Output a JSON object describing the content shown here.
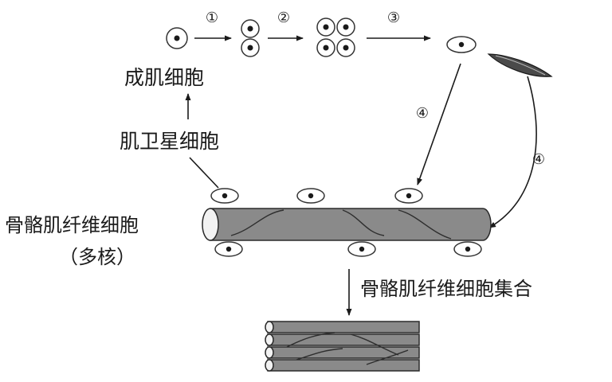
{
  "labels": {
    "myoblast": "成肌细胞",
    "satellite_cell": "肌卫星细胞",
    "fiber_line1": "骨骼肌纤维细胞",
    "fiber_line2": "（多核）",
    "fiber_bundle": "骨骼肌纤维细胞集合"
  },
  "steps": {
    "s1": "①",
    "s2": "②",
    "s3": "③",
    "s4a": "④",
    "s4b": "④"
  }
}
